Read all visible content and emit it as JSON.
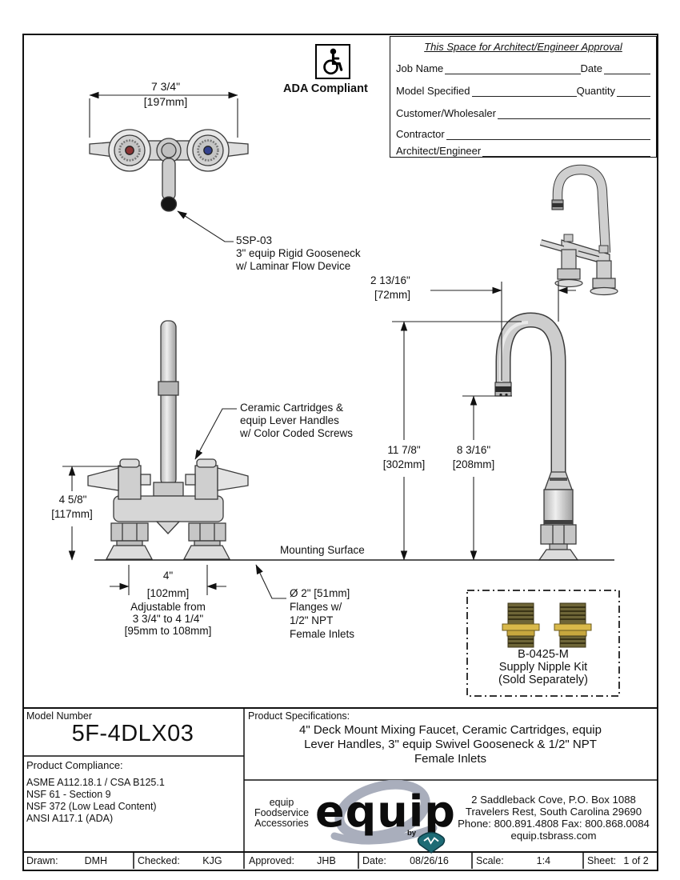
{
  "approval": {
    "title": "This Space for Architect/Engineer Approval",
    "rows": {
      "job": {
        "label": "Job Name",
        "label2": "Date"
      },
      "model": {
        "label": "Model Specified",
        "label2": "Quantity"
      },
      "customer": {
        "label": "Customer/Wholesaler"
      },
      "contractor": {
        "label": "Contractor"
      },
      "architect": {
        "label": "Architect/Engineer"
      }
    }
  },
  "ada": {
    "label": "ADA Compliant"
  },
  "dims": {
    "top_width": {
      "in": "7 3/4\"",
      "mm": "[197mm]"
    },
    "spout_reach": {
      "in": "2 13/16\"",
      "mm": "[72mm]"
    },
    "overall_height": {
      "in": "11 7/8\"",
      "mm": "[302mm]"
    },
    "spout_height": {
      "in": "8 3/16\"",
      "mm": "[208mm]"
    },
    "deck_height": {
      "in": "4 5/8\"",
      "mm": "[117mm]"
    },
    "center_spread": {
      "in": "4\"",
      "mm": "[102mm]"
    }
  },
  "notes": {
    "gooseneck": {
      "l1": "5SP-03",
      "l2": "3\" equip Rigid Gooseneck",
      "l3": "w/ Laminar Flow Device"
    },
    "cartridge": {
      "l1": "Ceramic Cartridges &",
      "l2": "equip Lever Handles",
      "l3": "w/ Color Coded Screws"
    },
    "mounting": "Mounting Surface",
    "flange": {
      "l1": "Ø 2\" [51mm]",
      "l2": "Flanges w/",
      "l3": "1/2\" NPT",
      "l4": "Female Inlets"
    },
    "adjustable": {
      "l1": "Adjustable from",
      "l2": "3 3/4\" to 4 1/4\"",
      "l3": "[95mm to 108mm]"
    },
    "nipple_kit": {
      "l1": "B-0425-M",
      "l2": "Supply Nipple Kit",
      "l3": "(Sold Separately)"
    }
  },
  "title_block": {
    "model_number_label": "Model Number",
    "model_number": "5F-4DLX03",
    "compliance_label": "Product Compliance:",
    "compliance": [
      "ASME A112.18.1 / CSA B125.1",
      "NSF 61 - Section 9",
      "NSF 372 (Low Lead Content)",
      "ANSI A117.1 (ADA)"
    ],
    "specs_label": "Product Specifications:",
    "specs": {
      "l1": "4\" Deck Mount Mixing Faucet, Ceramic Cartridges, equip",
      "l2": "Lever Handles, 3\" equip Swivel Gooseneck & 1/2\" NPT",
      "l3": "Female Inlets"
    },
    "brand": {
      "tagline1": "equip",
      "tagline2": "Foodservice",
      "tagline3": "Accessories",
      "logo": "equip",
      "by": "by",
      "address1": "2 Saddleback Cove, P.O. Box 1088",
      "address2": "Travelers Rest, South Carolina 29690",
      "address3": "Phone: 800.891.4808  Fax: 800.868.0084",
      "address4": "equip.tsbrass.com"
    }
  },
  "footer": {
    "drawn_label": "Drawn:",
    "drawn": "DMH",
    "checked_label": "Checked:",
    "checked": "KJG",
    "approved_label": "Approved:",
    "approved": "JHB",
    "date_label": "Date:",
    "date": "08/26/16",
    "scale_label": "Scale:",
    "scale": "1:4",
    "sheet_label": "Sheet:",
    "sheet": "1  of  2"
  },
  "colors": {
    "hot": "#8b3333",
    "cold": "#33418f",
    "brass_dark": "#6e6537",
    "brass_light": "#d9b94a",
    "ts_teal": "#1d6b75",
    "logo_gray": "#a9aebc"
  }
}
